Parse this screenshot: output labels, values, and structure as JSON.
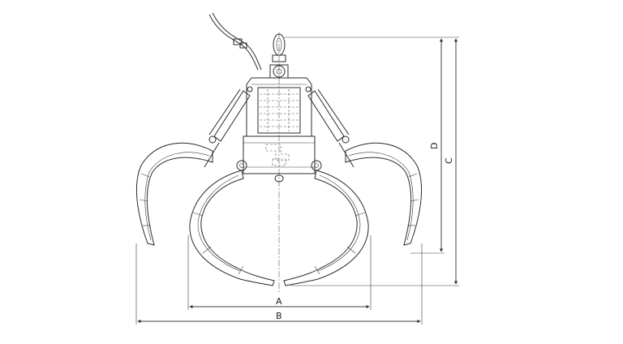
{
  "dimensions": {
    "a_label": "A",
    "b_label": "B",
    "c_label": "C",
    "d_label": "D"
  }
}
